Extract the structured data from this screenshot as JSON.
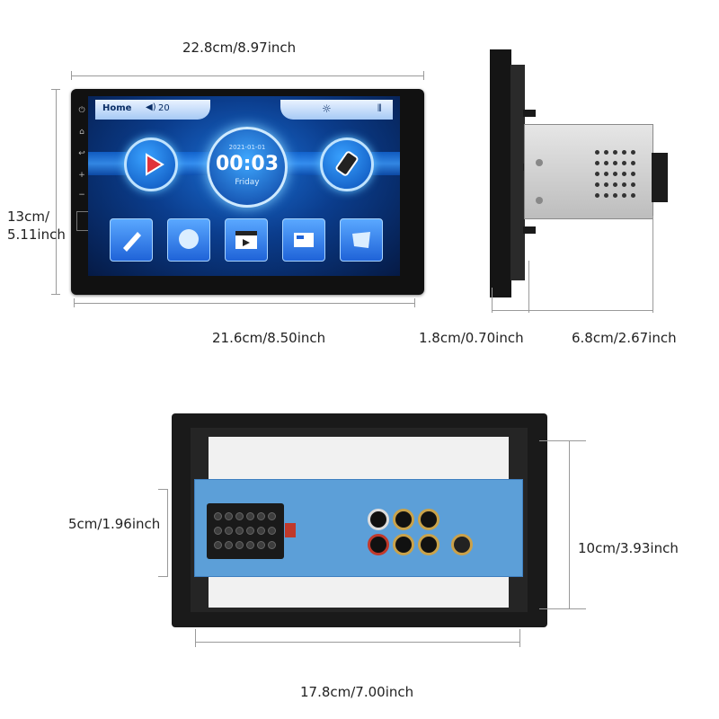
{
  "dimensions": {
    "front_width": "22.8cm/8.97inch",
    "front_height_line1": "13cm/",
    "front_height_line2": "5.11inch",
    "screen_width": "21.6cm/8.50inch",
    "side_depth_front": "1.8cm/0.70inch",
    "side_depth_total": "6.8cm/2.67inch",
    "rear_connector_height": "5cm/1.96inch",
    "rear_height": "10cm/3.93inch",
    "rear_width": "17.8cm/7.00inch"
  },
  "screen": {
    "home_label": "Home",
    "volume_value": "20",
    "clock_date": "2021-01-01",
    "clock_time": "00:03",
    "clock_day": "Friday"
  },
  "icons": [
    "play-icon",
    "phone-icon",
    "settings-icon",
    "music-icon",
    "video-icon",
    "radio-icon",
    "bluetooth-icon"
  ],
  "colors": {
    "screen_blue": "#1b6fd6",
    "board_blue": "#5c9fd8",
    "frame_black": "#111111"
  }
}
